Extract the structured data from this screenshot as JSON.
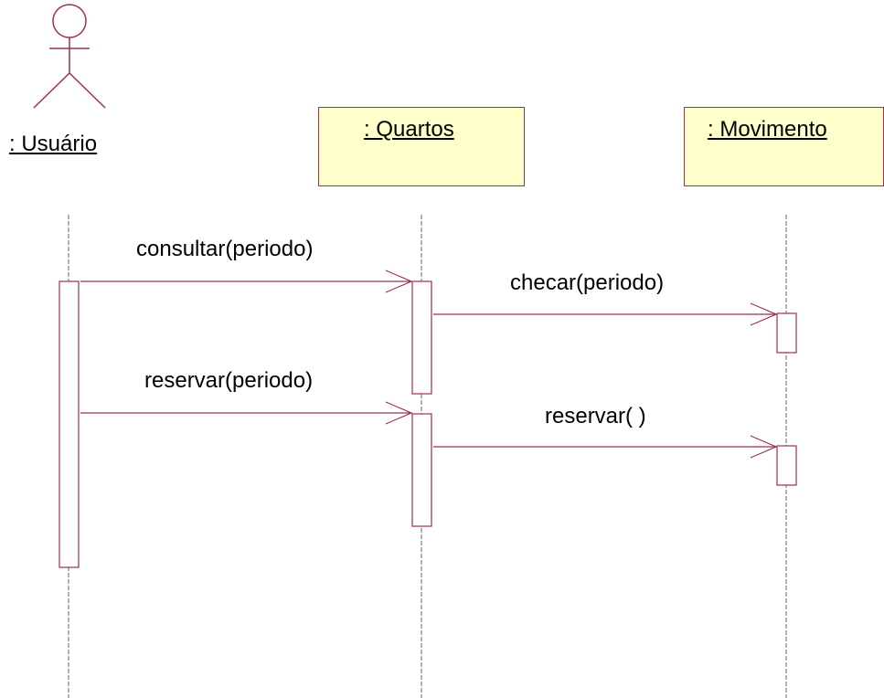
{
  "colors": {
    "line": "#99334d",
    "box_fill": "#ffffcc",
    "background": "#ffffff"
  },
  "actor": {
    "label": ": Usuário",
    "icon": "stick-figure-actor-icon"
  },
  "objects": [
    {
      "label": ": Quartos"
    },
    {
      "label": ": Movimento"
    }
  ],
  "messages": [
    {
      "label": "consultar(periodo)"
    },
    {
      "label": "checar(periodo)"
    },
    {
      "label": "reservar(periodo)"
    },
    {
      "label": "reservar( )"
    }
  ]
}
